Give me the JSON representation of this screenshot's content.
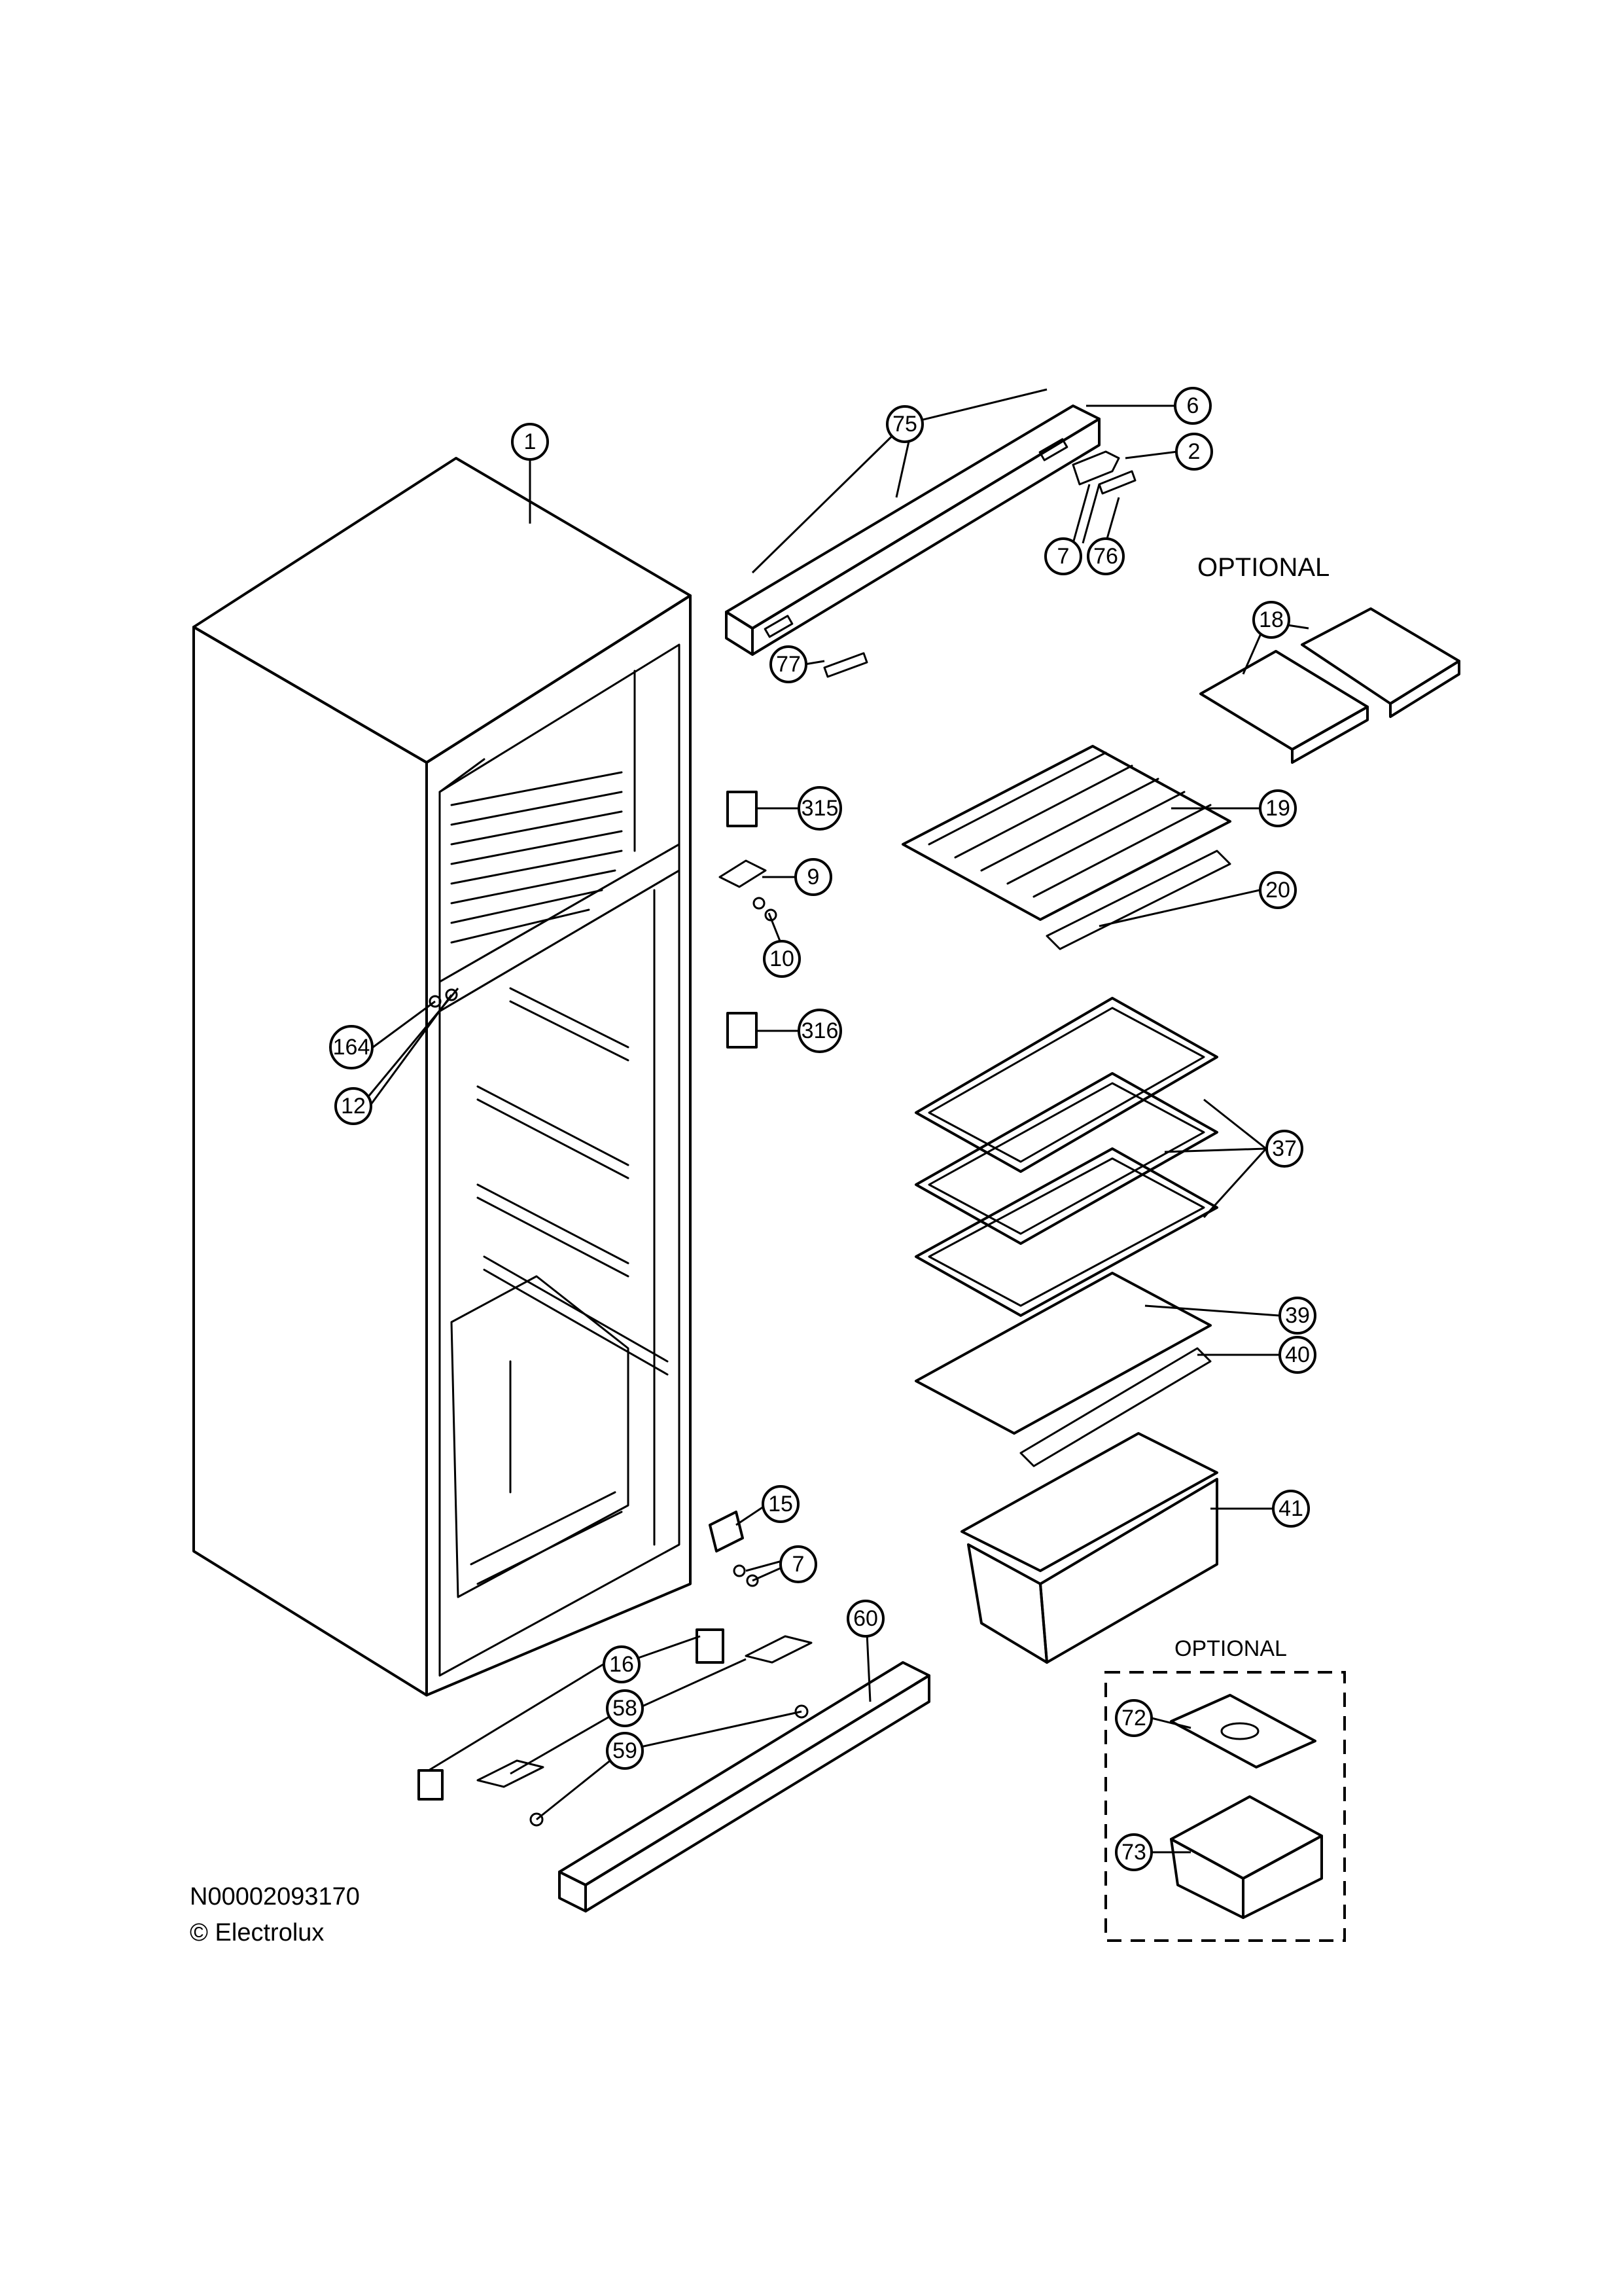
{
  "labels": {
    "optional_top": "OPTIONAL",
    "optional_bottom": "OPTIONAL",
    "doc_number": "N00002093170",
    "copyright": "© Electrolux"
  },
  "parts": [
    {
      "id": "p1",
      "num": "1"
    },
    {
      "id": "p75",
      "num": "75"
    },
    {
      "id": "p6",
      "num": "6"
    },
    {
      "id": "p2",
      "num": "2"
    },
    {
      "id": "p7a",
      "num": "7"
    },
    {
      "id": "p76",
      "num": "76"
    },
    {
      "id": "p77",
      "num": "77"
    },
    {
      "id": "p18",
      "num": "18"
    },
    {
      "id": "p19",
      "num": "19"
    },
    {
      "id": "p20",
      "num": "20"
    },
    {
      "id": "p315",
      "num": "315"
    },
    {
      "id": "p9",
      "num": "9"
    },
    {
      "id": "p10",
      "num": "10"
    },
    {
      "id": "p316",
      "num": "316"
    },
    {
      "id": "p164",
      "num": "164"
    },
    {
      "id": "p12",
      "num": "12"
    },
    {
      "id": "p37",
      "num": "37"
    },
    {
      "id": "p39",
      "num": "39"
    },
    {
      "id": "p40",
      "num": "40"
    },
    {
      "id": "p41",
      "num": "41"
    },
    {
      "id": "p15",
      "num": "15"
    },
    {
      "id": "p7b",
      "num": "7"
    },
    {
      "id": "p60",
      "num": "60"
    },
    {
      "id": "p16",
      "num": "16"
    },
    {
      "id": "p58",
      "num": "58"
    },
    {
      "id": "p59",
      "num": "59"
    },
    {
      "id": "p72",
      "num": "72"
    },
    {
      "id": "p73",
      "num": "73"
    }
  ]
}
